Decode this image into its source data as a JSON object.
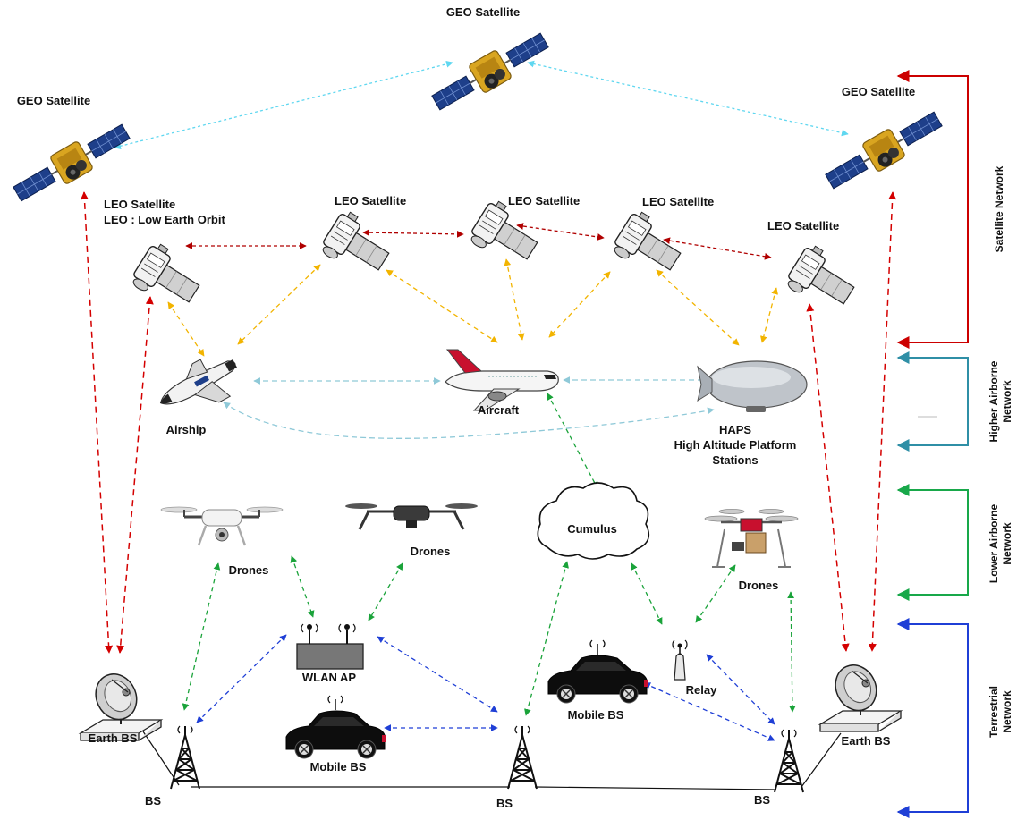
{
  "labels": {
    "geo_top": "GEO Satellite",
    "geo_left": "GEO Satellite",
    "geo_right": "GEO Satellite",
    "leo1_l1": "LEO Satellite",
    "leo1_l2": "LEO : Low Earth Orbit",
    "leo2": "LEO Satellite",
    "leo3": "LEO Satellite",
    "leo4": "LEO Satellite",
    "leo5": "LEO Satellite",
    "airship": "Airship",
    "aircraft": "Aircraft",
    "haps_l1": "HAPS",
    "haps_l2": "High Altitude Platform",
    "haps_l3": "Stations",
    "drones1": "Drones",
    "drones2": "Drones",
    "drones3": "Drones",
    "cumulus": "Cumulus",
    "wlan": "WLAN AP",
    "relay": "Relay",
    "mobile_bs1": "Mobile BS",
    "mobile_bs2": "Mobile BS",
    "earth_bs_left": "Earth BS",
    "earth_bs_right": "Earth BS",
    "bs1": "BS",
    "bs2": "BS",
    "bs3": "BS"
  },
  "layers": {
    "satellite": "Satellite Network",
    "higher_l1": "Higher Airborne",
    "higher_l2": "Network",
    "lower_l1": "Lower Airborne",
    "lower_l2": "Network",
    "terrestrial_l1": "Terrestrial",
    "terrestrial_l2": "Network"
  },
  "colors": {
    "satellite_link": "#d40000",
    "geo_link": "#5fd7f0",
    "leo_leo_link": "#b00000",
    "leo_air_link": "#f2b400",
    "air_link": "#8fc9d8",
    "lower_link": "#1aa33a",
    "terrestrial_link": "#1f3fd6",
    "bracket_satellite": "#cc0000",
    "bracket_higher": "#2f8fa6",
    "bracket_lower": "#18a84a",
    "bracket_terrestrial": "#1f3fd6"
  }
}
